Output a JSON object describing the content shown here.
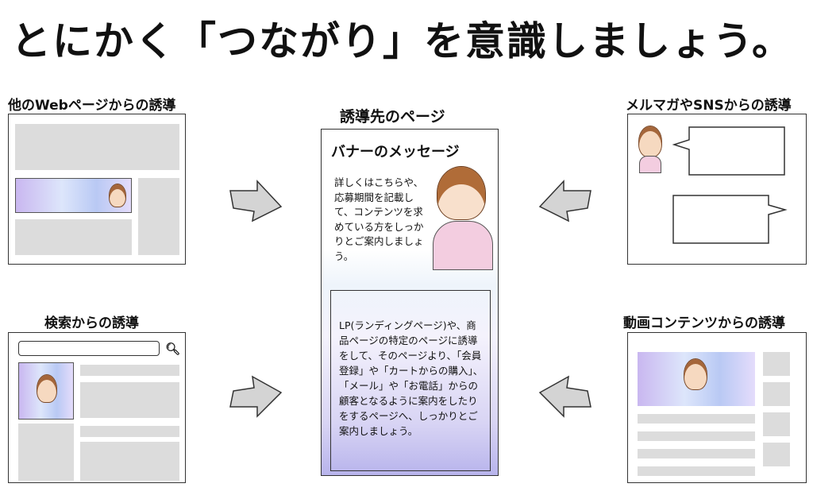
{
  "title": "とにかく「つながり」を意識しましょう。",
  "panels": {
    "web": {
      "label": "他のWebページからの誘導"
    },
    "search": {
      "label": "検索からの誘導"
    },
    "sns": {
      "label": "メルマガやSNSからの誘導"
    },
    "video": {
      "label": "動画コンテンツからの誘導"
    }
  },
  "center": {
    "label": "誘導先のページ",
    "banner_title": "バナーのメッセージ",
    "banner_text": "詳しくはこちらや、応募期間を記載して、コンテンツを求めている方をしっかりとご案内しましょう。",
    "lp_text": "LP(ランディングページ)や、商品ページの特定のページに誘導をして、そのページより、「会員登録」や「カートからの購入」、「メール」や「お電話」からの顧客となるように案内をしたりをするページへ、しっかりとご案内しましょう。"
  },
  "colors": {
    "placeholder": "#dcdcdc",
    "arrow": "#d4d4d4"
  }
}
